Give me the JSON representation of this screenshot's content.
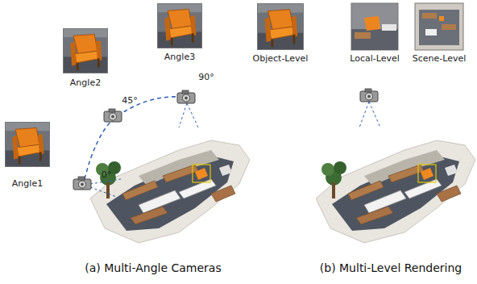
{
  "diagram": {
    "labels": [
      "Angle3",
      "Object-Level",
      "Local-Level",
      "Scene-Level",
      "Angle2",
      "45°",
      "90°",
      "Angle1",
      "0°",
      "(a) Multi-Angle Cameras",
      "(b) Multi-Level Rendering"
    ]
  }
}
